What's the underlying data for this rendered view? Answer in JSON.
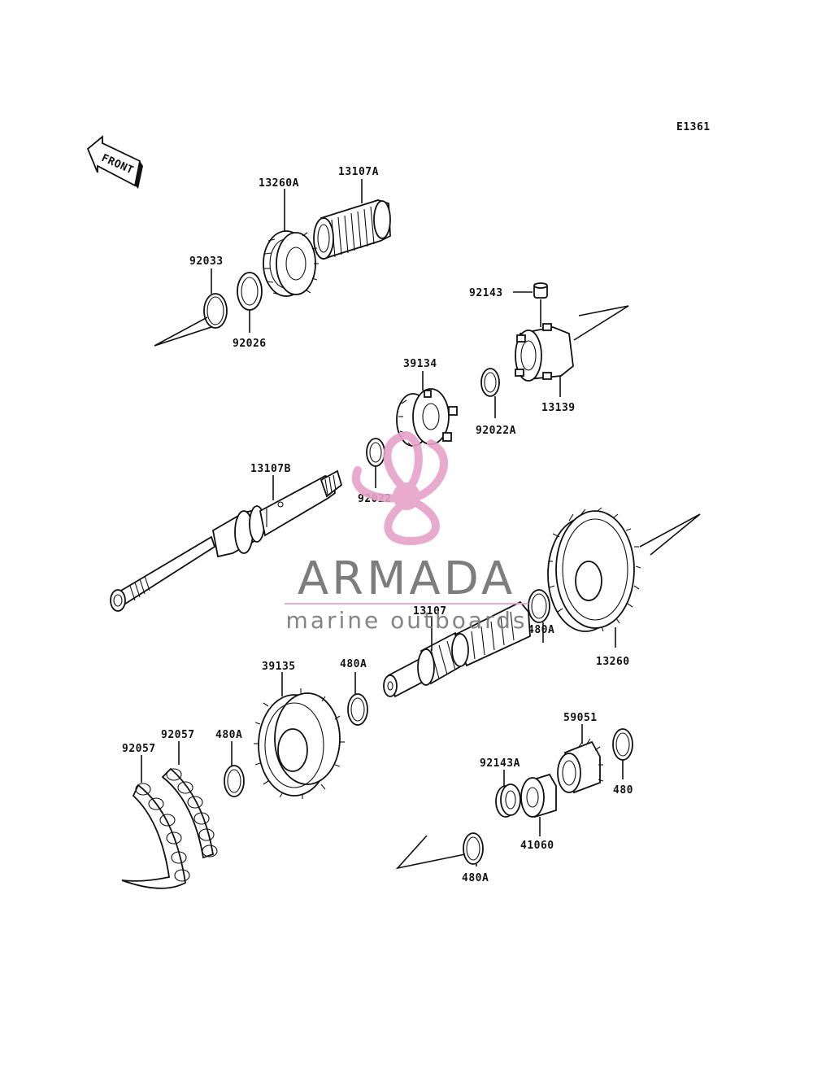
{
  "diagram_code": "E1361",
  "front_arrow_label": "FRONT",
  "labels": {
    "p13107A": "13107A",
    "p13260A": "13260A",
    "p92033": "92033",
    "p92026": "92026",
    "p92143": "92143",
    "p13139": "13139",
    "p39134": "39134",
    "p92022A": "92022A",
    "p92022": "92022",
    "p13107B": "13107B",
    "p13107": "13107",
    "p480A_upper": "480A",
    "p13260": "13260",
    "p39135": "39135",
    "p480A_mid": "480A",
    "p480A_left": "480A",
    "p92057_left": "92057",
    "p92057_right": "92057",
    "p59051": "59051",
    "p92143A": "92143A",
    "p480": "480",
    "p41060": "41060",
    "p480A_bottom": "480A"
  },
  "watermark": {
    "title": "ARMADA",
    "subtitle": "marine outboards",
    "accent_color": "#e7a3c8"
  }
}
